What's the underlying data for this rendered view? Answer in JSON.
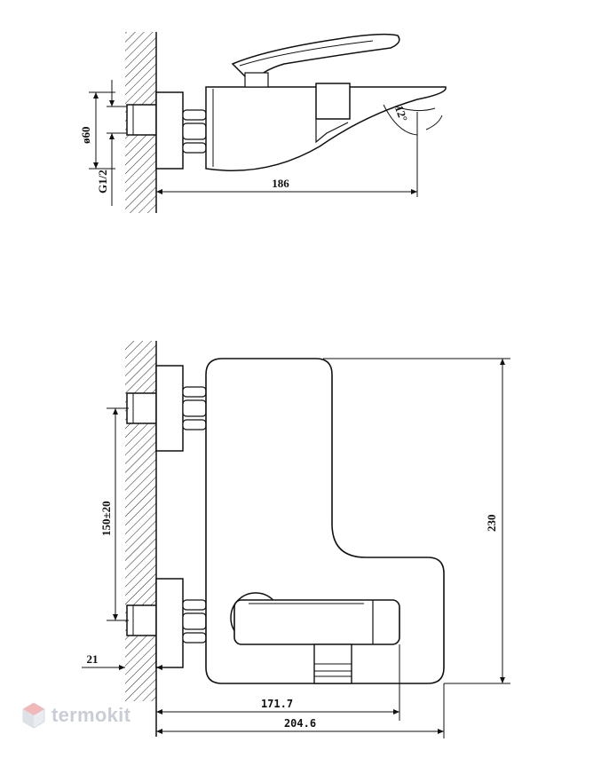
{
  "dimensions": {
    "diameter": "ø60",
    "thread": "G1/2",
    "length_top": "186",
    "angle": "12°",
    "spacing": "150±20",
    "height": "230",
    "offset": "21",
    "depth_1": "171.7",
    "depth_2": "204.6"
  },
  "watermark": {
    "text": "termokit",
    "color": "#c9ced6",
    "accent": "#f2b8b8"
  }
}
